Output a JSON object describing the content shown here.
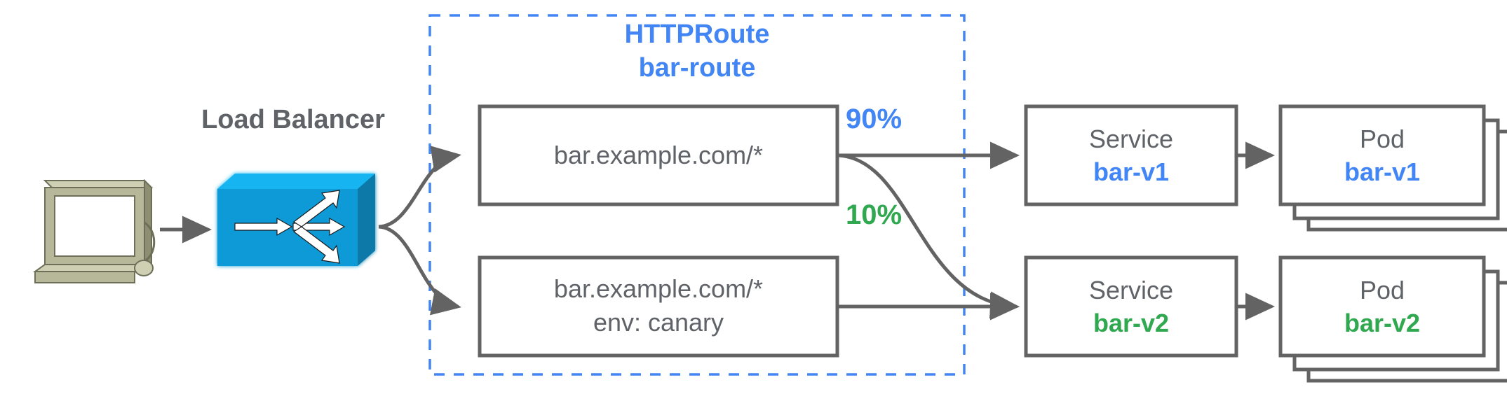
{
  "diagram": {
    "title_nodes": {
      "load_balancer_label": "Load Balancer",
      "httproute_kind": "HTTPRoute",
      "httproute_name": "bar-route"
    },
    "colors": {
      "blue": "#4285F4",
      "green": "#2FA84F",
      "gray_text": "#5F6368",
      "stroke": "#636363",
      "lb_face": "#0B9AD6",
      "lb_top": "#18B4F0",
      "lb_side": "#0A79A8",
      "monitor_body": "#B7B89A",
      "monitor_top": "#CFCFB4",
      "monitor_side": "#8D8E72"
    },
    "client": {
      "icon": "desktop-computer-icon"
    },
    "load_balancer": {
      "icon": "network-switch-icon",
      "label": "Load Balancer"
    },
    "route_group": {
      "kind": "HTTPRoute",
      "name": "bar-route",
      "rules": [
        {
          "id": "rule-primary",
          "lines": [
            "bar.example.com/*"
          ]
        },
        {
          "id": "rule-canary",
          "lines": [
            "bar.example.com/*",
            "env: canary"
          ]
        }
      ]
    },
    "weights": [
      {
        "id": "weight-90",
        "label": "90%",
        "color": "#4285F4"
      },
      {
        "id": "weight-10",
        "label": "10%",
        "color": "#2FA84F"
      }
    ],
    "services": [
      {
        "id": "service-bar-v1",
        "kind": "Service",
        "name": "bar-v1",
        "color": "#4285F4"
      },
      {
        "id": "service-bar-v2",
        "kind": "Service",
        "name": "bar-v2",
        "color": "#2FA84F"
      }
    ],
    "pods": [
      {
        "id": "pod-bar-v1",
        "kind": "Pod",
        "name": "bar-v1",
        "color": "#4285F4",
        "stack": 3
      },
      {
        "id": "pod-bar-v2",
        "kind": "Pod",
        "name": "bar-v2",
        "color": "#2FA84F",
        "stack": 3
      }
    ]
  }
}
